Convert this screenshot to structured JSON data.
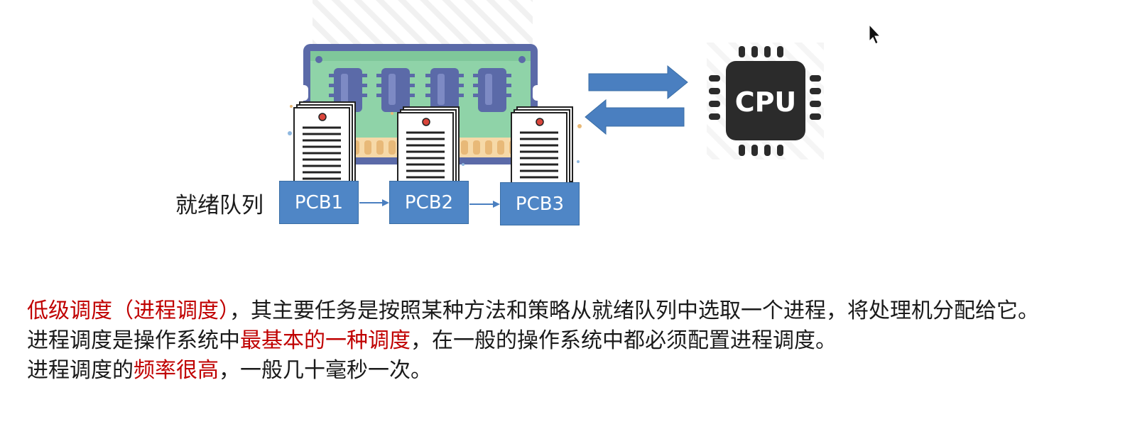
{
  "diagram": {
    "queue_label": "就绪队列",
    "pcbs": [
      "PCB1",
      "PCB2",
      "PCB3"
    ],
    "cpu_label": "CPU",
    "colors": {
      "pcb_fill": "#4f86c6",
      "arrow_fill": "#4a7fc0",
      "ram_board": "#8fd3a8",
      "ram_frame": "#5b6aa8",
      "cpu_body": "#2b2b2b",
      "highlight": "#c00000"
    }
  },
  "text": {
    "p1": {
      "red1": "低级调度（进程调度）",
      "rest": "，其主要任务是按照某种方法和策略从就绪队列中选取一个进程，将处理机分配给它。"
    },
    "p2": {
      "pre": "进程调度是操作系统中",
      "red": "最基本的一种调度",
      "post": "，在一般的操作系统中都必须配置进程调度。"
    },
    "p3": {
      "pre": "进程调度的",
      "red": "频率很高",
      "post": "，一般几十毫秒一次。"
    }
  }
}
